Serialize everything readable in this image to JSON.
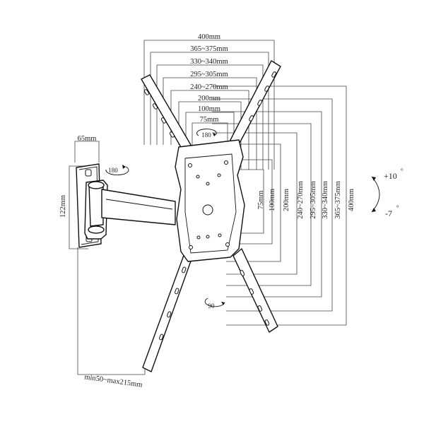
{
  "horizontal_dims": [
    "400mm",
    "365~375mm",
    "330~340mm",
    "295~305mm",
    "240~270mm",
    "200mm",
    "100mm",
    "75mm"
  ],
  "vertical_dims": [
    "75mm",
    "100mm",
    "200mm",
    "240~270mm",
    "295~305mm",
    "330~340mm",
    "365~375mm",
    "400mm"
  ],
  "rotation_plate": "180",
  "rotation_wall": "180",
  "rotation_bottom": "90",
  "wall_plate_width": "65mm",
  "wall_plate_height": "122mm",
  "extension": "min50~max215mm",
  "tilt_up": "+10",
  "tilt_down": "-7"
}
